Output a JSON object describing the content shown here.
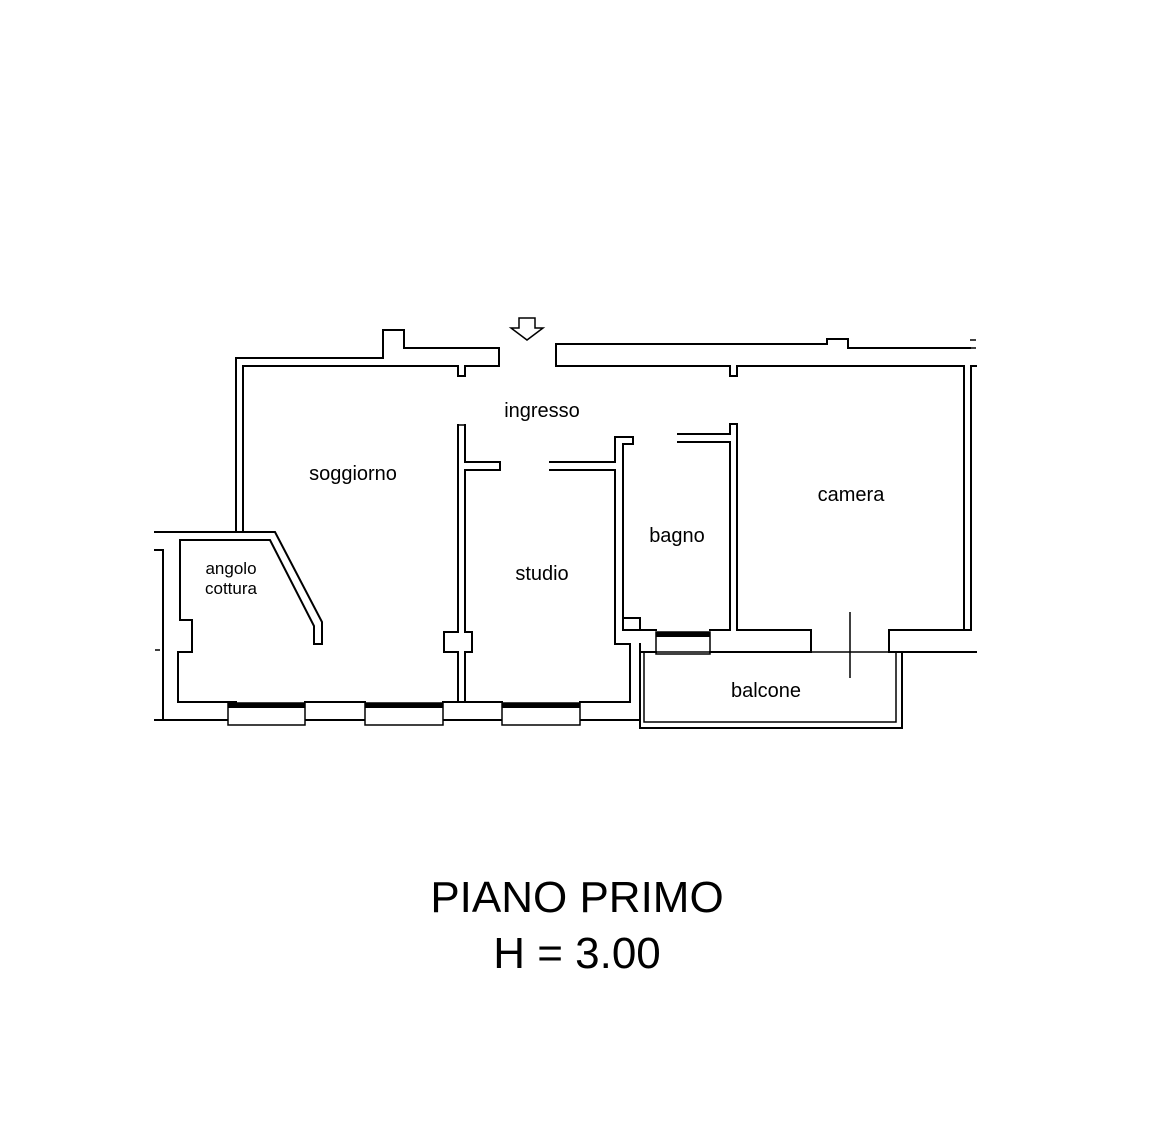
{
  "plan": {
    "rooms": {
      "ingresso": "ingresso",
      "soggiorno": "soggiorno",
      "angolo": "angolo",
      "cottura": "cottura",
      "studio": "studio",
      "bagno": "bagno",
      "camera": "camera",
      "balcone": "balcone"
    },
    "entrance_marker": "arrow-down-icon"
  },
  "title": {
    "floor": "PIANO PRIMO",
    "height": "H = 3.00"
  }
}
